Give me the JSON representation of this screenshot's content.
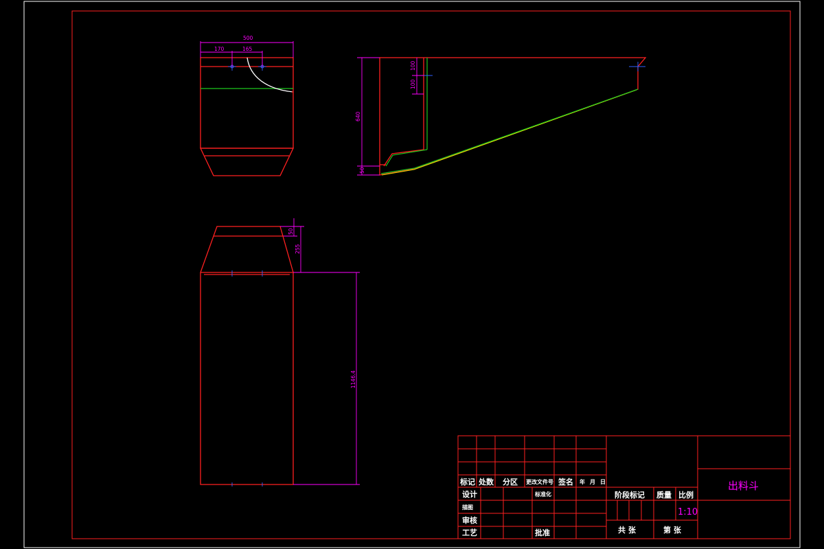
{
  "drawing": {
    "title": "出料斗",
    "scale": "1:10"
  },
  "dimensions": {
    "top_width": "500",
    "left_offset": "170",
    "center_spacing": "165",
    "side_height": "640",
    "side_top_1": "100",
    "side_top_2": "100",
    "side_bottom": "50",
    "front_top_small": "50",
    "front_top_taper": "255",
    "front_height": "1146.4"
  },
  "title_block": {
    "header_labels": [
      "标记",
      "处数",
      "分区",
      "更改文件号",
      "签名",
      "年",
      "月",
      "日"
    ],
    "design": "设计",
    "standardization": "标准化",
    "draftsman": "描图",
    "review": "审核",
    "process": "工艺",
    "approve": "批准",
    "stage_mark": "阶段标记",
    "mass": "质量",
    "scale_label": "比例",
    "total_sheets": "共   张",
    "sheet_no": "第   张"
  },
  "colors": {
    "background": "#000000",
    "outline": "#ff2020",
    "dimension": "#ff00ff",
    "centerline": "#3060ff",
    "edge_highlight": "#1ec81e",
    "edge_secondary": "#e6e600",
    "text": "#ffffff"
  }
}
